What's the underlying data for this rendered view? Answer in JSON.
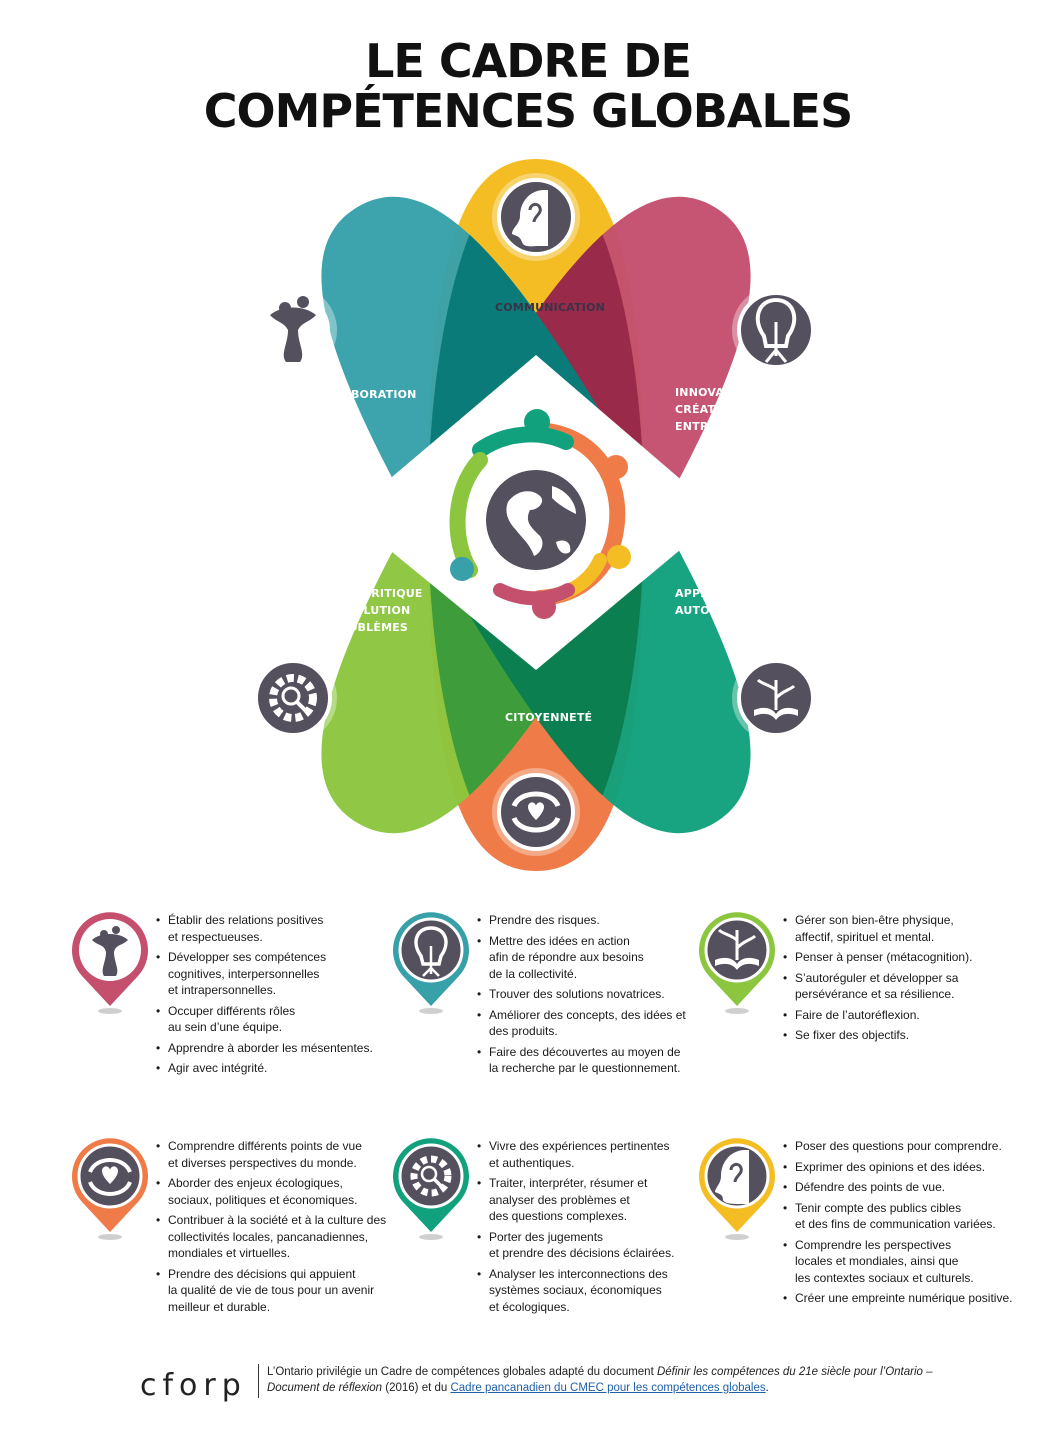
{
  "title": {
    "line1": "LE CADRE DE",
    "line2": "COMPÉTENCES GLOBALES"
  },
  "petals": {
    "communication": "COMMUNICATION",
    "collaboration": "COLLABORATION",
    "innovation": "INNOVATION,\nCRÉATIVITÉ ET\nENTREPRENEURIAT",
    "pensee": "PENSÉE CRITIQUE\nET RÉSOLUTION\nDE PROBLÈMES",
    "apprentissage": "APPRENTISSAGE\nAUTONOME",
    "citoyennete": "CITOYENNETÉ"
  },
  "colors": {
    "communication": "#F4BD24",
    "collaboration": "#C4506E",
    "innovation": "#37A0A9",
    "pensee": "#12A17D",
    "apprentissage": "#8CC63F",
    "citoyennete": "#EF7B48",
    "icon_bg": "#55505E"
  },
  "blocks": [
    {
      "icon": "collaboration-heads-icon",
      "color": "#C4506E",
      "items": [
        "Établir des relations positives\net respectueuses.",
        "Développer ses compétences\ncognitives, interpersonnelles\net intrapersonnelles.",
        "Occuper différents rôles\nau sein d’une équipe.",
        "Apprendre à aborder les mésententes.",
        "Agir avec intégrité."
      ]
    },
    {
      "icon": "lightbulb-icon",
      "color": "#37A0A9",
      "items": [
        "Prendre des risques.",
        "Mettre des idées en action\nafin de répondre aux besoins\nde la collectivité.",
        "Trouver des solutions novatrices.",
        "Améliorer des concepts, des idées et\ndes produits.",
        "Faire des découvertes au moyen de\nla recherche par le questionnement."
      ]
    },
    {
      "icon": "book-plant-icon",
      "color": "#8CC63F",
      "items": [
        "Gérer son bien-être physique,\naffectif, spirituel et mental.",
        "Penser à penser (métacognition).",
        "S’autoréguler et développer sa\npersévérance et sa résilience.",
        "Faire de l’autoréflexion.",
        "Se fixer des objectifs."
      ]
    },
    {
      "icon": "hands-heart-icon",
      "color": "#EF7B48",
      "items": [
        "Comprendre différents points de vue\net diverses perspectives du monde.",
        "Aborder des enjeux écologiques,\nsociaux, politiques et économiques.",
        "Contribuer à la société et à la culture des\ncollectivités locales, pancanadiennes,\nmondiales et virtuelles.",
        "Prendre des décisions qui appuient\nla qualité de vie de tous pour un avenir\nmeilleur et durable."
      ]
    },
    {
      "icon": "gear-magnifier-icon",
      "color": "#12A17D",
      "items": [
        "Vivre des expériences pertinentes\net authentiques.",
        "Traiter, interpréter, résumer et\nanalyser des problèmes et\ndes questions complexes.",
        "Porter des jugements\net prendre des décisions éclairées.",
        "Analyser les interconnections des\nsystèmes sociaux, économiques\net écologiques."
      ]
    },
    {
      "icon": "ear-head-icon",
      "color": "#F4BD24",
      "items": [
        "Poser des questions pour comprendre.",
        "Exprimer des opinions et des idées.",
        "Défendre des points de vue.",
        "Tenir compte des publics cibles\net des fins de communication variées.",
        "Comprendre les perspectives\nlocales et mondiales, ainsi que\nles contextes sociaux et culturels.",
        "Créer une empreinte numérique positive."
      ]
    }
  ],
  "footer": {
    "logo": "cforp",
    "text_1": "L’Ontario privilégie un Cadre de compétences globales adapté du document ",
    "text_italic": "Définir les compétences du 21e siècle pour l’Ontario – Document de réflexion",
    "text_2": " (2016) et du ",
    "link": "Cadre pancanadien du CMEC pour les compétences globales",
    "text_3": "."
  }
}
